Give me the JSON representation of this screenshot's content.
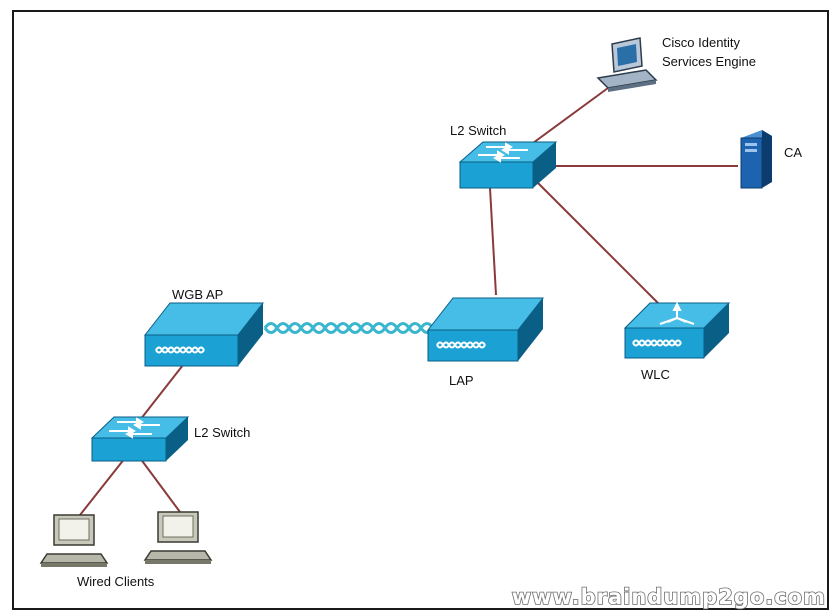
{
  "diagram": {
    "labels": {
      "ise_line1": "Cisco Identity",
      "ise_line2": "Services Engine",
      "ca": "CA",
      "core_switch": "L2 Switch",
      "wgb_ap": "WGB AP",
      "lap": "LAP",
      "wlc": "WLC",
      "access_switch": "L2 Switch",
      "wired_clients": "Wired Clients"
    },
    "watermark": "www.braindump2go.com",
    "colors": {
      "device_blue": "#1ba1d4",
      "device_dark": "#0a5f86",
      "link": "#8a3a3a",
      "wireless": "#3bb6cf"
    }
  }
}
